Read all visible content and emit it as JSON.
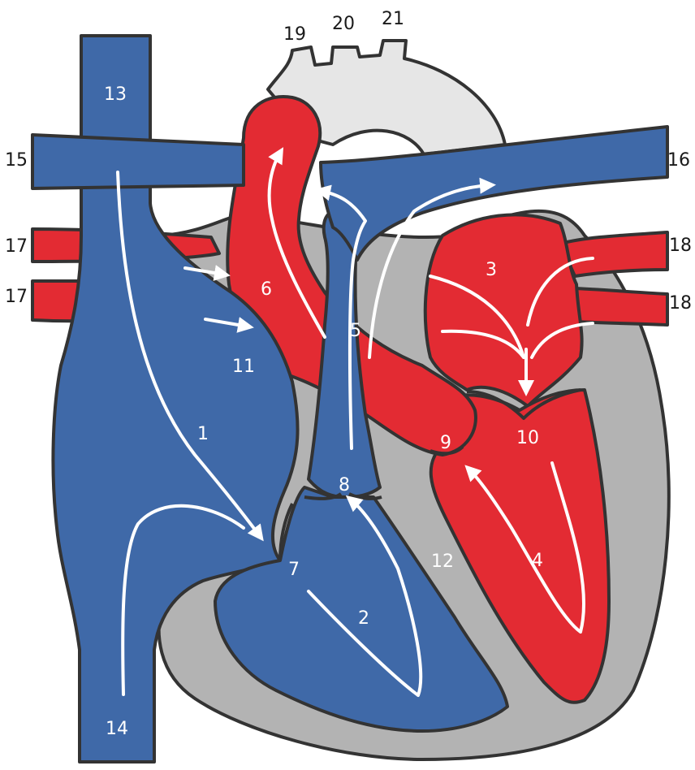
{
  "colors": {
    "deoxygenated": "#3f69a8",
    "oxygenated": "#e32b33",
    "tissue": "#b3b3b3",
    "aorta_branch": "#e6e6e6",
    "outline": "#333333",
    "arrow": "#ffffff"
  },
  "labels": {
    "l1": "1",
    "l2": "2",
    "l3": "3",
    "l4": "4",
    "l5": "5",
    "l6": "6",
    "l7": "7",
    "l8": "8",
    "l9": "9",
    "l10": "10",
    "l11": "11",
    "l12": "12",
    "l13": "13",
    "l14": "14",
    "l15": "15",
    "l16": "16",
    "l17a": "17",
    "l17b": "17",
    "l18a": "18",
    "l18b": "18",
    "l19": "19",
    "l20": "20",
    "l21": "21"
  }
}
